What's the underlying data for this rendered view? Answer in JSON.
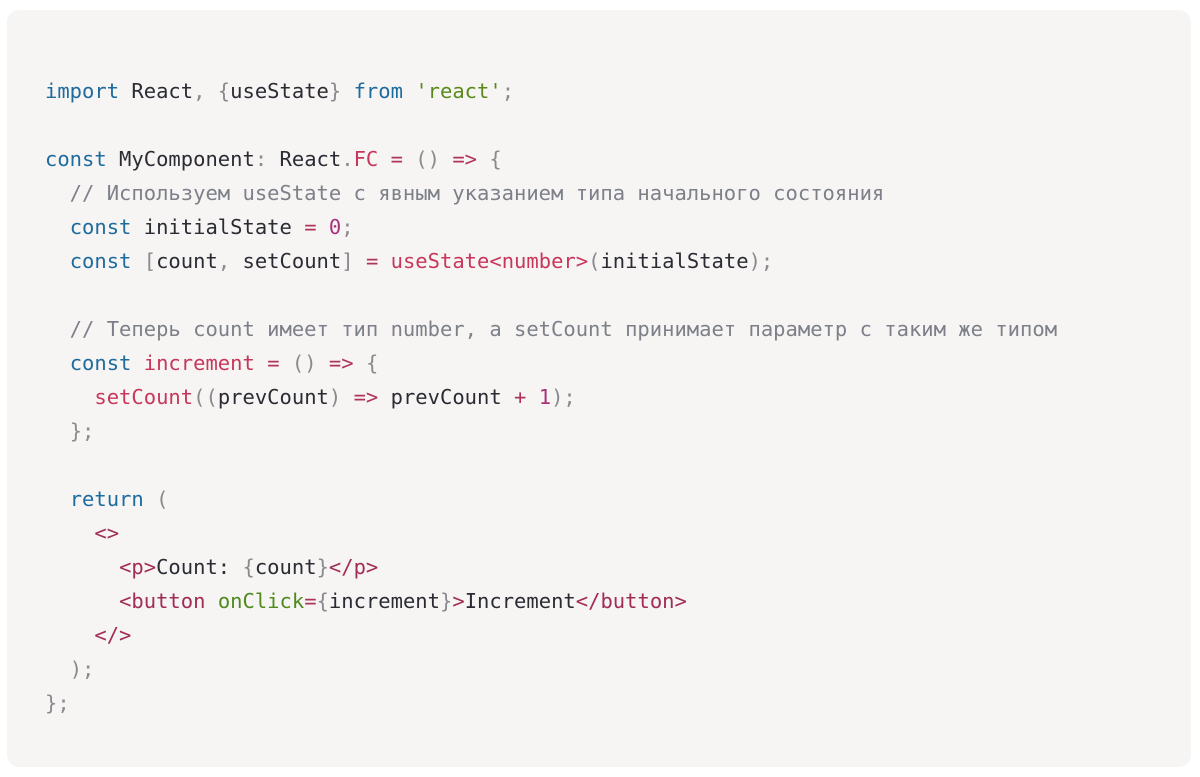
{
  "code_block": {
    "lines": [
      [
        [
          "keyword",
          "import"
        ],
        [
          "ident",
          " React"
        ],
        [
          "punct",
          ", {"
        ],
        [
          "ident",
          "useState"
        ],
        [
          "punct",
          "} "
        ],
        [
          "keyword",
          "from"
        ],
        [
          "ident",
          " "
        ],
        [
          "string",
          "'react'"
        ],
        [
          "punct",
          ";"
        ]
      ],
      [],
      [
        [
          "keyword",
          "const"
        ],
        [
          "ident",
          " MyComponent"
        ],
        [
          "punct",
          ": "
        ],
        [
          "ident",
          "React"
        ],
        [
          "punct",
          "."
        ],
        [
          "type",
          "FC"
        ],
        [
          "ident",
          " "
        ],
        [
          "op",
          "="
        ],
        [
          "ident",
          " "
        ],
        [
          "punct",
          "()"
        ],
        [
          "ident",
          " "
        ],
        [
          "op",
          "=>"
        ],
        [
          "ident",
          " "
        ],
        [
          "punct",
          "{"
        ]
      ],
      [
        [
          "comment",
          "  // Используем useState с явным указанием типа начального состояния"
        ]
      ],
      [
        [
          "ident",
          "  "
        ],
        [
          "keyword",
          "const"
        ],
        [
          "ident",
          " initialState "
        ],
        [
          "op",
          "="
        ],
        [
          "ident",
          " "
        ],
        [
          "number",
          "0"
        ],
        [
          "punct",
          ";"
        ]
      ],
      [
        [
          "ident",
          "  "
        ],
        [
          "keyword",
          "const"
        ],
        [
          "ident",
          " "
        ],
        [
          "punct",
          "["
        ],
        [
          "ident",
          "count"
        ],
        [
          "punct",
          ","
        ],
        [
          "ident",
          " setCount"
        ],
        [
          "punct",
          "]"
        ],
        [
          "ident",
          " "
        ],
        [
          "op",
          "="
        ],
        [
          "ident",
          " "
        ],
        [
          "func",
          "useState"
        ],
        [
          "type",
          "<number>"
        ],
        [
          "punct",
          "("
        ],
        [
          "ident",
          "initialState"
        ],
        [
          "punct",
          ");"
        ]
      ],
      [],
      [
        [
          "comment",
          "  // Теперь count имеет тип number, а setCount принимает параметр с таким же типом"
        ]
      ],
      [
        [
          "ident",
          "  "
        ],
        [
          "keyword",
          "const"
        ],
        [
          "ident",
          " "
        ],
        [
          "func",
          "increment"
        ],
        [
          "ident",
          " "
        ],
        [
          "op",
          "="
        ],
        [
          "ident",
          " "
        ],
        [
          "punct",
          "()"
        ],
        [
          "ident",
          " "
        ],
        [
          "op",
          "=>"
        ],
        [
          "ident",
          " "
        ],
        [
          "punct",
          "{"
        ]
      ],
      [
        [
          "ident",
          "    "
        ],
        [
          "func",
          "setCount"
        ],
        [
          "punct",
          "(("
        ],
        [
          "ident",
          "prevCount"
        ],
        [
          "punct",
          ")"
        ],
        [
          "ident",
          " "
        ],
        [
          "op",
          "=>"
        ],
        [
          "ident",
          " prevCount "
        ],
        [
          "op",
          "+"
        ],
        [
          "ident",
          " "
        ],
        [
          "number",
          "1"
        ],
        [
          "punct",
          ");"
        ]
      ],
      [
        [
          "ident",
          "  "
        ],
        [
          "punct",
          "};"
        ]
      ],
      [],
      [
        [
          "ident",
          "  "
        ],
        [
          "keyword",
          "return"
        ],
        [
          "ident",
          " "
        ],
        [
          "punct",
          "("
        ]
      ],
      [
        [
          "ident",
          "    "
        ],
        [
          "tag",
          "<>"
        ]
      ],
      [
        [
          "ident",
          "      "
        ],
        [
          "tag",
          "<p>"
        ],
        [
          "ident",
          "Count: "
        ],
        [
          "punct",
          "{"
        ],
        [
          "ident",
          "count"
        ],
        [
          "punct",
          "}"
        ],
        [
          "tag",
          "</p>"
        ]
      ],
      [
        [
          "ident",
          "      "
        ],
        [
          "tag",
          "<button"
        ],
        [
          "ident",
          " "
        ],
        [
          "attr",
          "onClick"
        ],
        [
          "op",
          "="
        ],
        [
          "punct",
          "{"
        ],
        [
          "ident",
          "increment"
        ],
        [
          "punct",
          "}"
        ],
        [
          "tag",
          ">"
        ],
        [
          "ident",
          "Increment"
        ],
        [
          "tag",
          "</button>"
        ]
      ],
      [
        [
          "ident",
          "    "
        ],
        [
          "tag",
          "</>"
        ]
      ],
      [
        [
          "ident",
          "  "
        ],
        [
          "punct",
          ");"
        ]
      ],
      [
        [
          "punct",
          "};"
        ]
      ]
    ]
  },
  "colors": {
    "background": "#f6f5f4",
    "keyword": "#1e6b9e",
    "string": "#5a8a1c",
    "function": "#c8365a",
    "number": "#a8327a",
    "comment": "#7d8088",
    "tag": "#a12c55",
    "attribute": "#4e8a1e"
  }
}
